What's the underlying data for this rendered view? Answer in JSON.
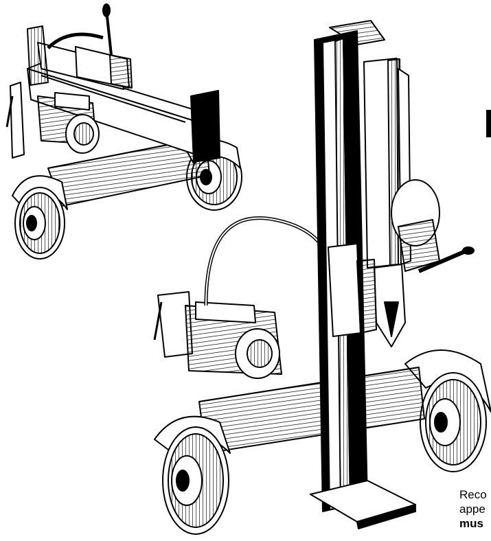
{
  "caption": {
    "line1": "Reco",
    "line2": "appe",
    "line3": "mus"
  },
  "colors": {
    "ink": "#000000",
    "paper": "#ffffff",
    "shade": "#dcdcdc"
  }
}
